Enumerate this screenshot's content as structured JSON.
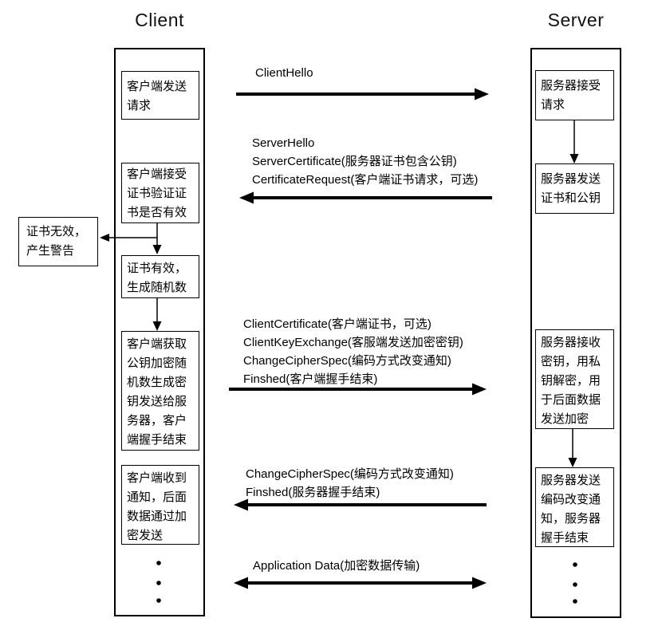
{
  "diagram": {
    "client": {
      "title": "Client",
      "boxes": {
        "send_request": "客户端发送\n请求",
        "verify_cert": "客户端接受\n证书验证证\n书是否有效",
        "cert_valid": "证书有效，\n生成随机数",
        "encrypt_random": "客户端获取\n公钥加密随\n机数生成密\n钥发送给服\n务器，客户\n端握手结束",
        "receive_notice": "客户端收到\n通知，后面\n数据通过加\n密发送"
      }
    },
    "server": {
      "title": "Server",
      "boxes": {
        "accept_request": "服务器接受\n请求",
        "send_cert": "服务器发送\n证书和公钥",
        "receive_key": "服务器接收\n密钥，用私\n钥解密，用\n于后面数据\n发送加密",
        "change_notice": "服务器发送\n编码改变通\n知，服务器\n握手结束"
      }
    },
    "warning_box": "证书无效，\n产生警告",
    "messages": {
      "client_hello": {
        "direction": "right",
        "lines": [
          "ClientHello"
        ]
      },
      "server_hello": {
        "direction": "left",
        "lines": [
          "ServerHello",
          "ServerCertificate(服务器证书包含公钥)",
          "CertificateRequest(客户端证书请求，可选)"
        ]
      },
      "client_certificate": {
        "direction": "right",
        "lines": [
          "ClientCertificate(客户端证书，可选)",
          "ClientKeyExchange(客服端发送加密密钥)",
          "ChangeCipherSpec(编码方式改变通知)",
          "Finshed(客户端握手结束)"
        ]
      },
      "change_cipher_spec": {
        "direction": "left",
        "lines": [
          "ChangeCipherSpec(编码方式改变通知)",
          "Finshed(服务器握手结束)"
        ]
      },
      "application_data": {
        "direction": "both",
        "lines": [
          "Application Data(加密数据传输)"
        ]
      }
    },
    "colors": {
      "stroke": "#000000",
      "background": "#ffffff"
    }
  }
}
